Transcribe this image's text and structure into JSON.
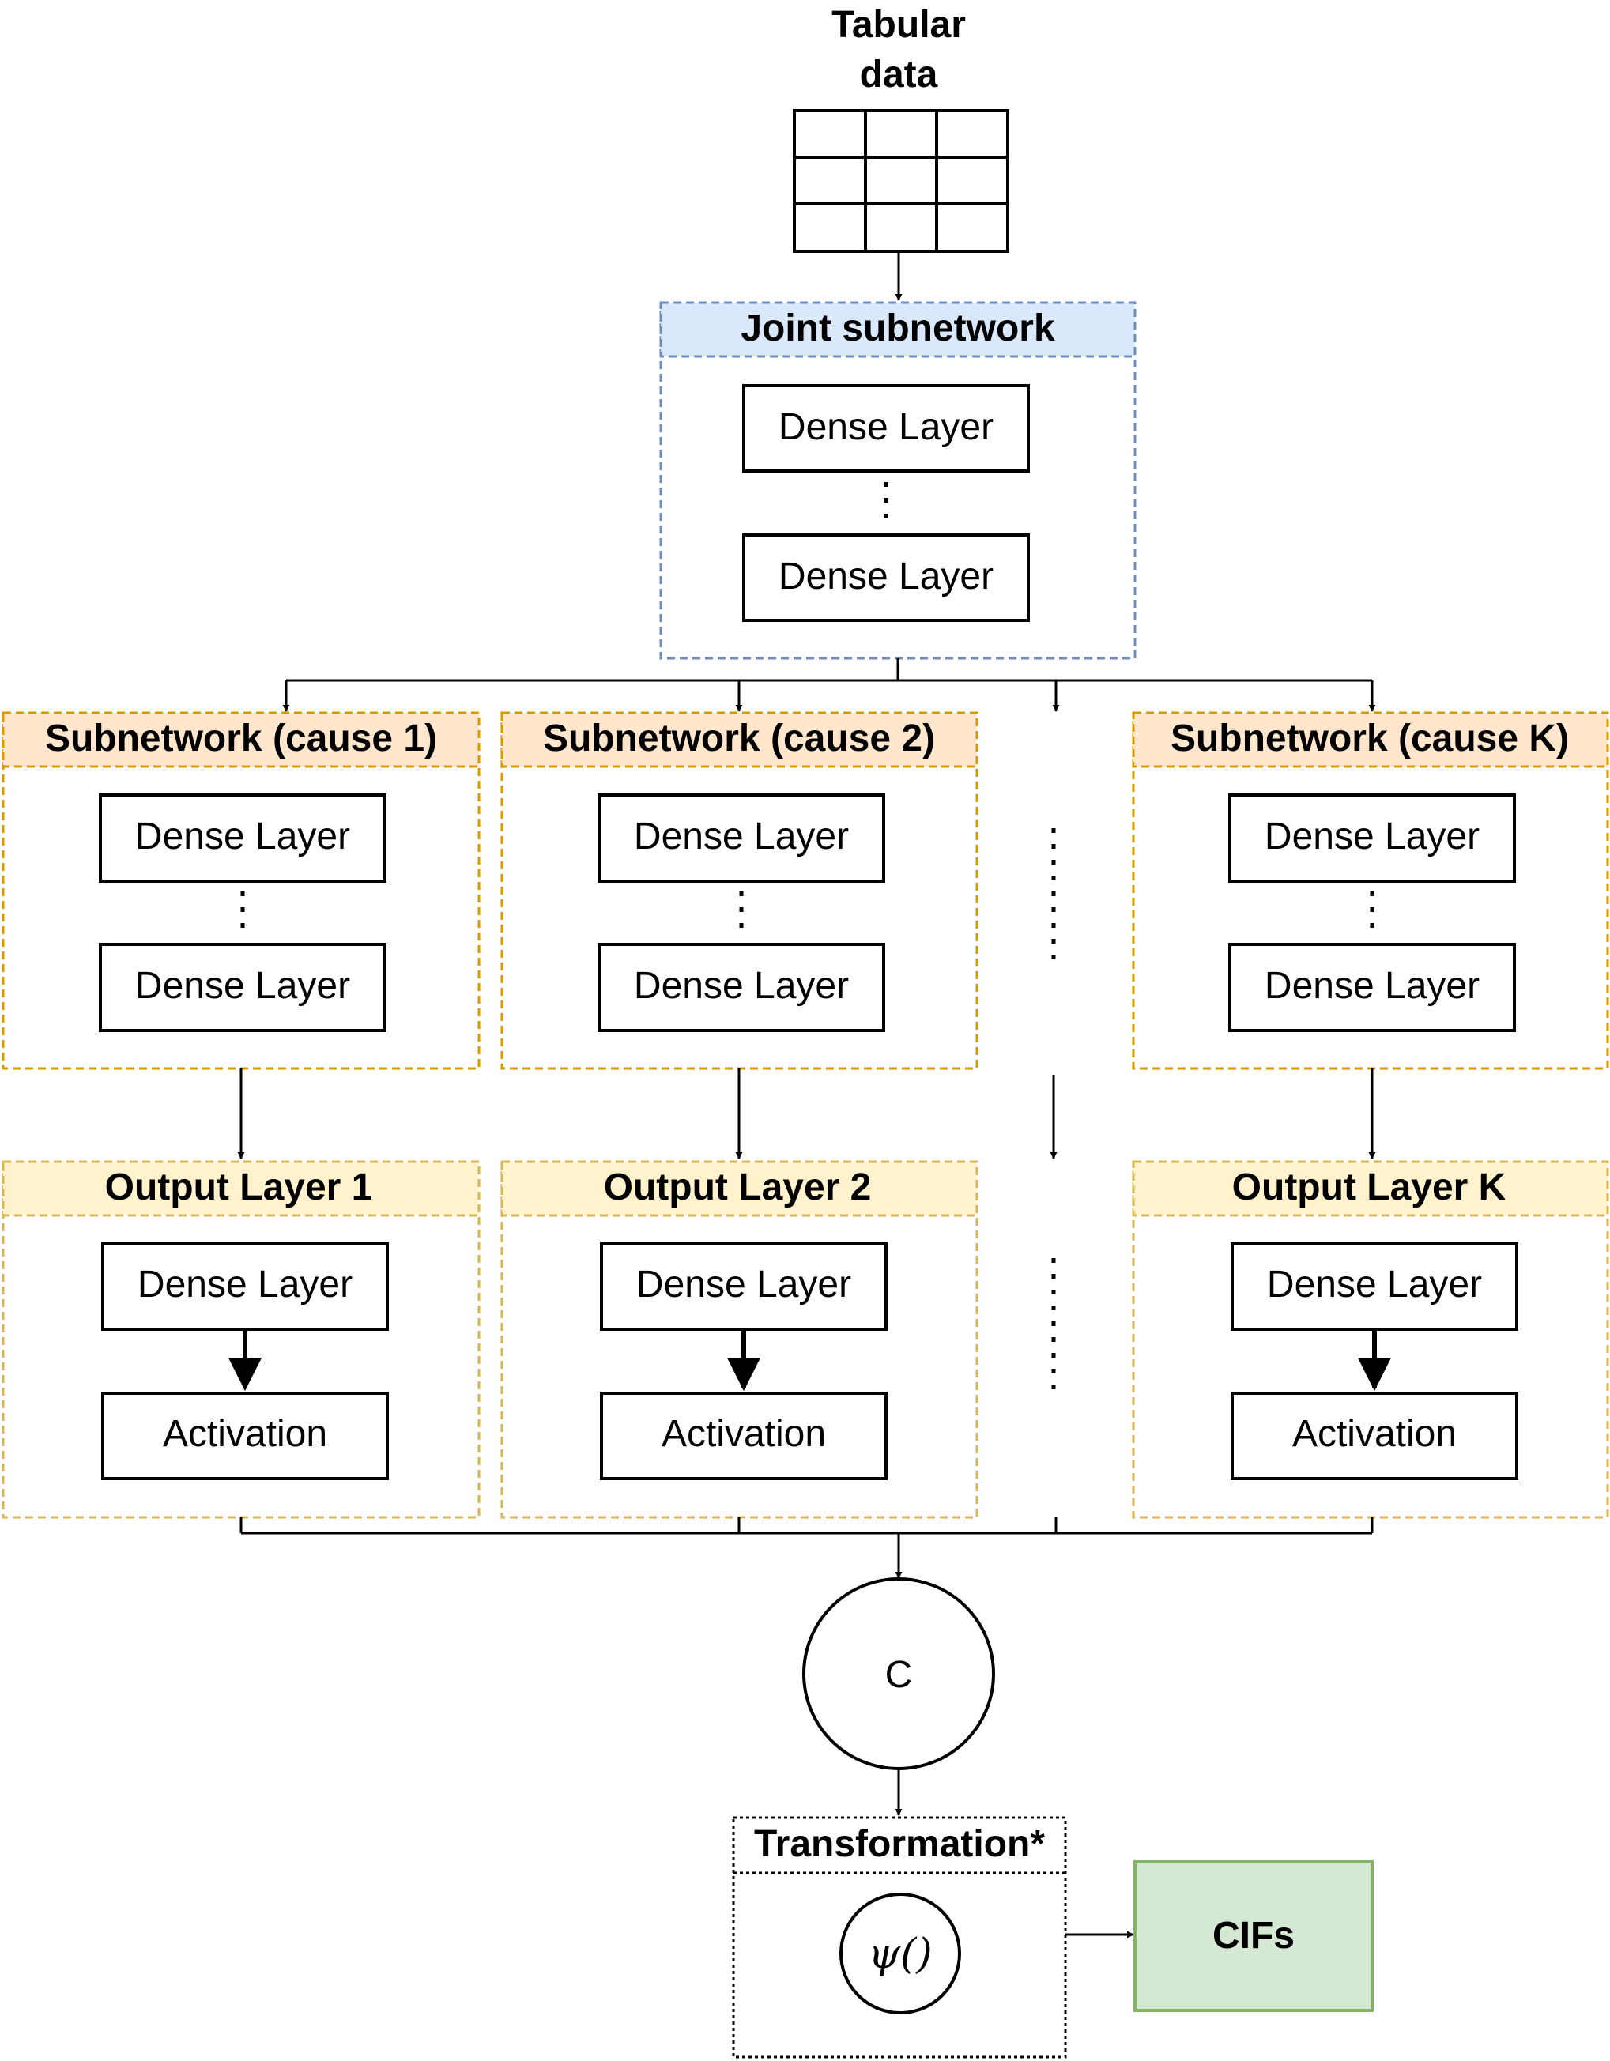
{
  "input": {
    "title_line1": "Tabular",
    "title_line2": "data"
  },
  "joint": {
    "title": "Joint subnetwork",
    "layer1": "Dense Layer",
    "layer2": "Dense Layer"
  },
  "subnets": [
    {
      "title": "Subnetwork (cause 1)",
      "layer1": "Dense Layer",
      "layer2": "Dense Layer"
    },
    {
      "title": "Subnetwork (cause 2)",
      "layer1": "Dense Layer",
      "layer2": "Dense Layer"
    },
    {
      "title": "Subnetwork (cause K)",
      "layer1": "Dense Layer",
      "layer2": "Dense Layer"
    }
  ],
  "outputs": [
    {
      "title": "Output Layer 1",
      "dense": "Dense Layer",
      "activation": "Activation"
    },
    {
      "title": "Output Layer 2",
      "dense": "Dense Layer",
      "activation": "Activation"
    },
    {
      "title": "Output Layer K",
      "dense": "Dense Layer",
      "activation": "Activation"
    }
  ],
  "concat": {
    "label": "C"
  },
  "transform": {
    "title": "Transformation*",
    "function": "ψ()"
  },
  "result": {
    "label": "CIFs"
  },
  "colors": {
    "joint_header": "#dae8fc",
    "joint_border": "#6c8ebf",
    "subnet_header": "#ffe6cc",
    "subnet_border": "#d79b00",
    "output_header": "#fff2cc",
    "output_border": "#d6b656",
    "cifs_fill": "#d5e8d4",
    "cifs_border": "#82b366"
  }
}
